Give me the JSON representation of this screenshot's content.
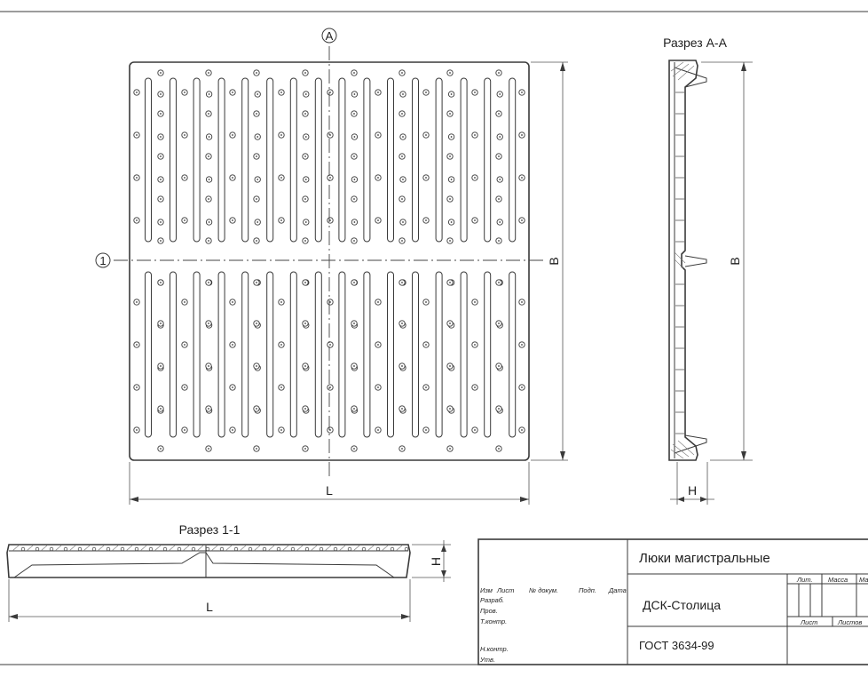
{
  "markers": {
    "section_a": "A",
    "section_1": "1"
  },
  "dimensions": {
    "L": "L",
    "B": "B",
    "H": "H"
  },
  "sections": {
    "aa_title": "Разрез А-А",
    "one_title": "Разрез 1-1"
  },
  "title_block": {
    "product": "Люки магистральные",
    "company": "ДСК-Столица",
    "standard": "ГОСТ 3634-99",
    "cols": {
      "izm": "Изм",
      "list": "Лист",
      "doc": "№ докум.",
      "sign": "Подп.",
      "date": "Дата"
    },
    "roles": {
      "razrab": "Разраб.",
      "prov": "Пров.",
      "tkontr": "Т.контр.",
      "nkontr": "Н.контр.",
      "utv": "Утв."
    },
    "right": {
      "lit": "Лит.",
      "mass": "Масса",
      "masshtab": "Масштаб",
      "sheet": "Лист",
      "sheets": "Листов"
    }
  },
  "colors": {
    "line": "#3a3a3a",
    "background": "#ffffff"
  }
}
